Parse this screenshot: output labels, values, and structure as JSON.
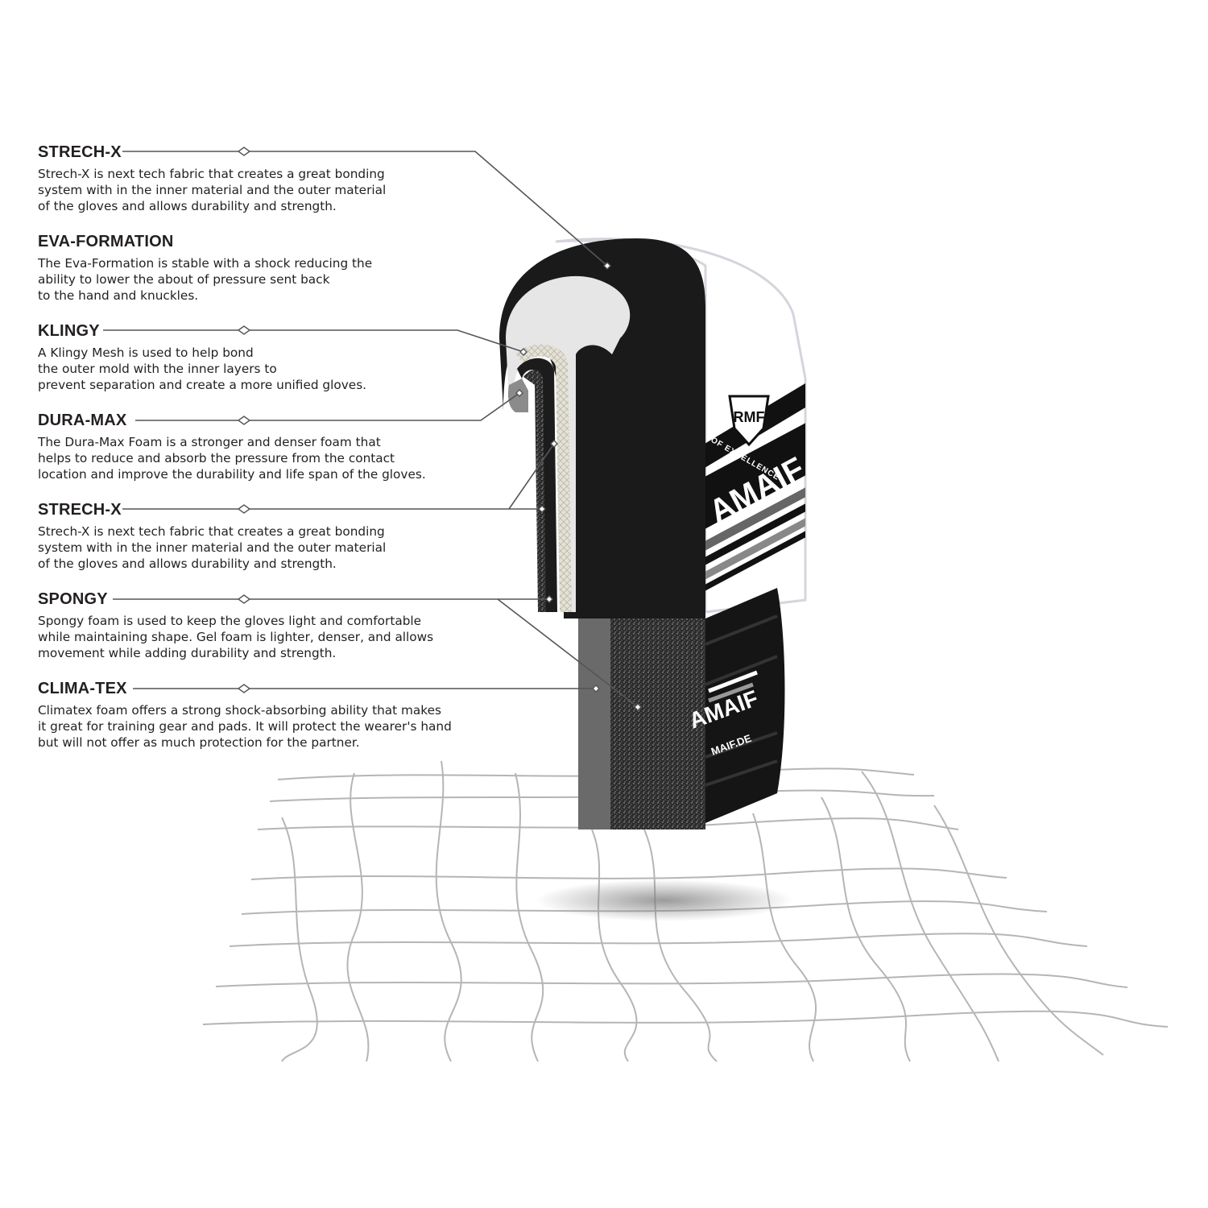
{
  "brand": {
    "mark": "RMF",
    "ribbon_text": "OF EXCELLENCE",
    "name": "AMAIF",
    "website": "MAIF.DE"
  },
  "layers": [
    {
      "title": "STRECH-X",
      "description": [
        "Strech-X is next tech fabric that creates a great bonding",
        "system with in the inner material and the outer material",
        "of the gloves and allows durability and strength."
      ]
    },
    {
      "title": "EVA-FORMATION",
      "description": [
        "The Eva-Formation is stable with a shock reducing the",
        "ability to lower the about of pressure sent back",
        "to the hand and knuckles."
      ]
    },
    {
      "title": "KLINGY",
      "description": [
        "A Klingy Mesh is used to help bond",
        "the outer mold with the inner layers to",
        "prevent separation and create a more unified gloves."
      ]
    },
    {
      "title": "DURA-MAX",
      "description": [
        "The Dura-Max Foam is a stronger and denser foam that",
        "helps to reduce and absorb the pressure from the contact",
        "location and improve the durability and life span of the gloves."
      ]
    },
    {
      "title": "STRECH-X",
      "description": [
        "Strech-X is next tech fabric that creates a great bonding",
        "system with in the inner material and the outer material",
        "of the gloves and allows durability and strength."
      ]
    },
    {
      "title": "SPONGY",
      "description": [
        "Spongy foam is used to keep the gloves light and comfortable",
        "while maintaining shape. Gel foam is lighter, denser, and allows",
        "movement while adding durability and strength."
      ]
    },
    {
      "title": "CLIMA-TEX",
      "description": [
        "Climatex foam offers a strong shock-absorbing ability that makes",
        "it great for training gear and pads. It will protect the wearer's hand",
        "but will not offer as much protection for the partner."
      ]
    }
  ],
  "colors": {
    "text": "#231f20",
    "leader": "#555555",
    "glove_black": "#1a1a1a",
    "grid": "#b5b5b5"
  }
}
